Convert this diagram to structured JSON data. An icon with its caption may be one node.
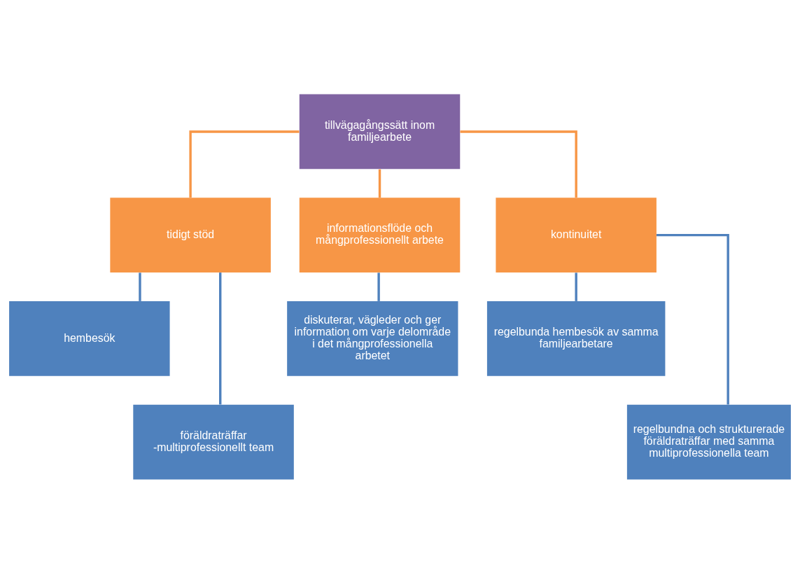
{
  "diagram": {
    "nodes": [
      {
        "text": [
          "tillvägagångssätt inom familjearbete"
        ]
      },
      {
        "text": [
          "tidigt stöd"
        ]
      },
      {
        "text": [
          "informationsflöde och mångprofessionellt arbete"
        ]
      },
      {
        "text": [
          "kontinuitet"
        ]
      },
      {
        "text": [
          "hembesök"
        ]
      },
      {
        "text": [
          "föräldraträffar -multiprofessionellt team"
        ]
      },
      {
        "text": [
          "diskuterar, vägleder och ger information om varje delområde i det mångprofessionella arbetet"
        ]
      },
      {
        "text": [
          "regelbunda hembesök av samma familjearbetare"
        ]
      },
      {
        "text": [
          "regelbundna och strukturerade föräldraträffar med samma multiprofessionella team"
        ]
      }
    ],
    "edges": [
      {
        "from": 0,
        "to": 1,
        "arrow": "none",
        "color": "#f79646"
      },
      {
        "from": 0,
        "to": 2,
        "arrow": "none",
        "color": "#f79646"
      },
      {
        "from": 0,
        "to": 3,
        "arrow": "none",
        "color": "#f79646"
      },
      {
        "from": 1,
        "to": 4,
        "arrow": "none"
      },
      {
        "from": 1,
        "to": 5,
        "arrow": "none"
      },
      {
        "from": 2,
        "to": 6,
        "arrow": "none"
      },
      {
        "from": 3,
        "to": 7,
        "arrow": "none"
      },
      {
        "from": 3,
        "to": 8,
        "arrow": "none"
      }
    ]
  }
}
